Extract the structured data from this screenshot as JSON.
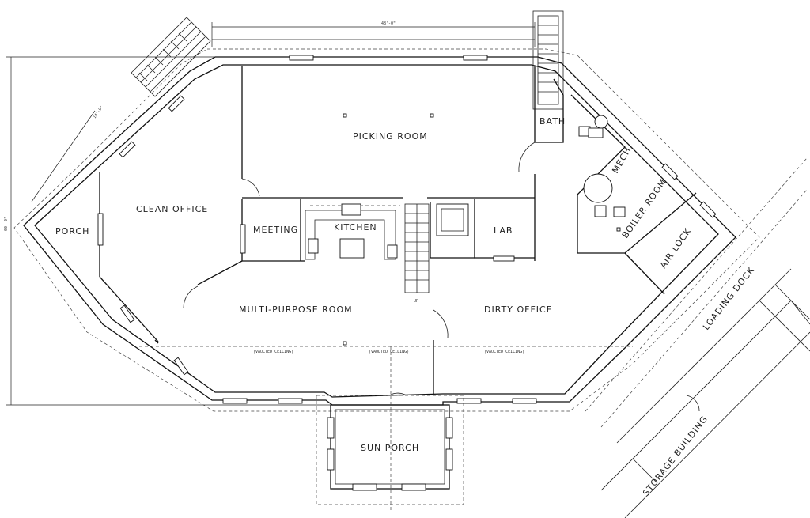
{
  "rooms": {
    "picking_room": "PICKING ROOM",
    "clean_office": "CLEAN OFFICE",
    "porch": "PORCH",
    "meeting": "MEETING",
    "kitchen": "KITCHEN",
    "lab": "LAB",
    "bath": "BATH",
    "mech": "MECH.",
    "boiler_room": "BOILER ROOM",
    "air_lock": "AIR LOCK",
    "multi_purpose_room": "MULTI-PURPOSE ROOM",
    "dirty_office": "DIRTY OFFICE",
    "sun_porch": "SUN PORCH",
    "loading_dock": "LOADING DOCK",
    "storage_building": "STORAGE BUILDING"
  },
  "notes": {
    "vaulted_ceiling": "(VAULTED CEILING)",
    "stair_up": "UP"
  },
  "dimensions": {
    "top_width": "48'-0\"",
    "left_height": "60'-0\"",
    "stair_offset": "14'-0\""
  }
}
